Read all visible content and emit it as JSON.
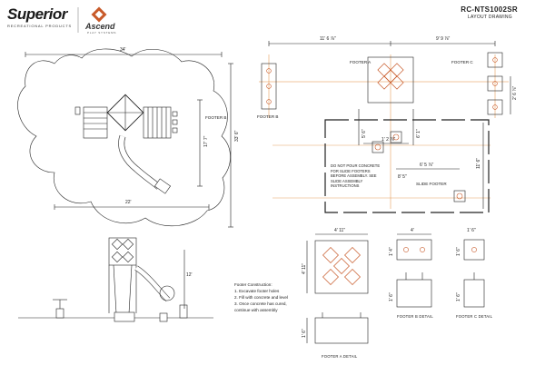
{
  "header": {
    "brand": "Superior",
    "brand_sub": "RECREATIONAL PRODUCTS",
    "partner": "Ascend",
    "partner_sub": "PLAY SYSTEMS",
    "code": "RC-NTS1002SR",
    "subtitle": "LAYOUT DRAWING"
  },
  "plan": {
    "width_top": "34'",
    "width_bottom": "22'",
    "height_right": "33' 6\"",
    "height_inner": "17' 7\""
  },
  "layout": {
    "dim_a": "11' 6 ⅞\"",
    "dim_b": "9' 9 ⅞\"",
    "dim_c": "2' 6 ⅞\"",
    "dim_d": "5' 6\"",
    "dim_e": "6' 1\"",
    "dim_f": "1' 2 ⅞\"",
    "dim_g": "6' 5 ⅞\"",
    "dim_h": "8' 5\"",
    "dim_i": "11' 6\"",
    "footer_a": "FOOTER A",
    "footer_b": "FOOTER B",
    "footer_c": "FOOTER C",
    "slide_footer": "SLIDE FOOTER",
    "note": [
      "DO NOT POUR CONCRETE",
      "FOR SLIDE FOOTERS",
      "BEFORE ASSEMBLY. SEE",
      "SLIDE ASSEMBLY",
      "INSTRUCTIONS"
    ]
  },
  "elevation": {
    "height": "12'"
  },
  "construction": {
    "title": "Footer Construction:",
    "steps": [
      "1.  Excavate footer holes",
      "2.  Fill with concrete and level",
      "3.  Once concrete has cured,",
      "     continue with assembly"
    ]
  },
  "details": {
    "a_width": "4' 11\"",
    "a_height": "4' 11\"",
    "a_depth": "1' 6\"",
    "b_width": "4'",
    "b_height": "1' 4\"",
    "b_depth": "1' 6\"",
    "c_width": "1' 6\"",
    "c_height": "1' 6\"",
    "c_depth": "1' 6\"",
    "caption_a": "FOOTER A DETAIL",
    "caption_b": "FOOTER B DETAIL",
    "caption_c": "FOOTER C DETAIL"
  }
}
